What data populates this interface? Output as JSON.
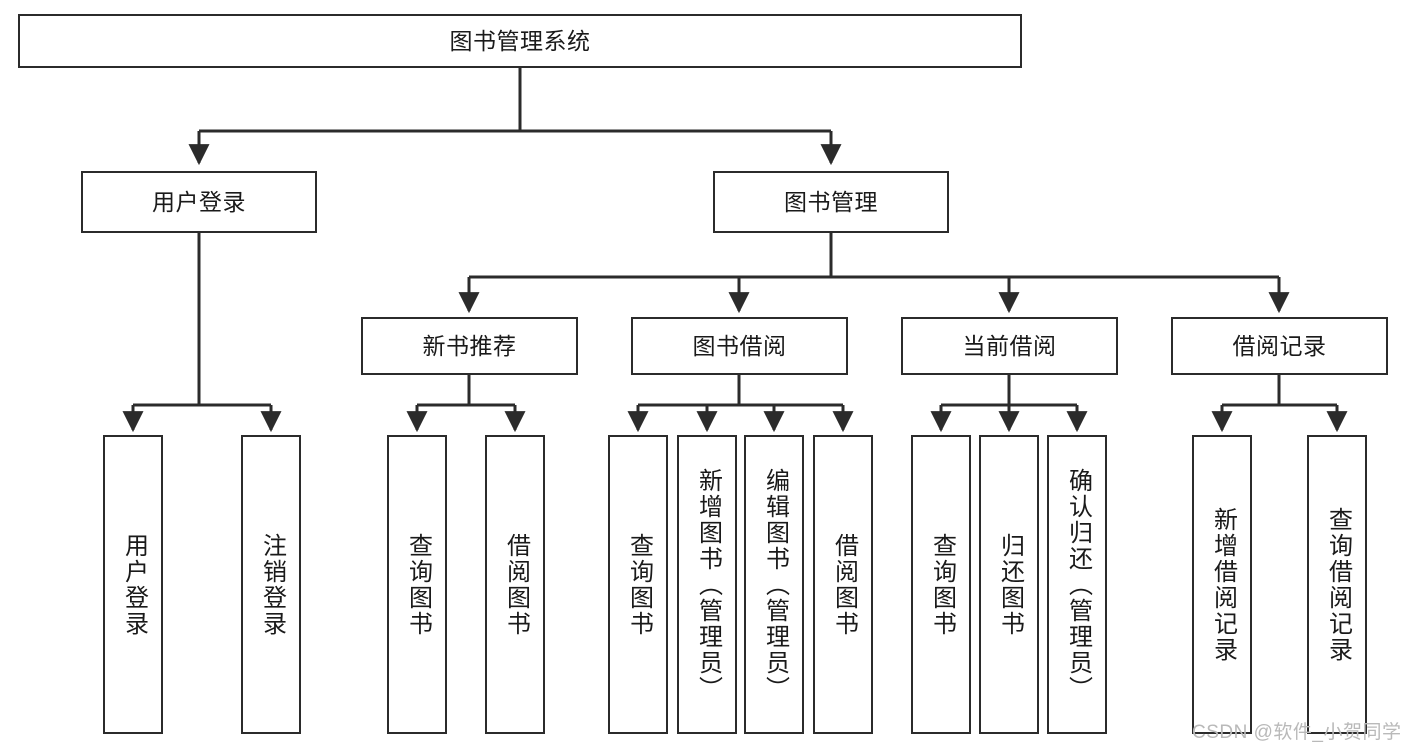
{
  "diagram": {
    "title": "图书管理系统",
    "type": "hierarchy-tree",
    "orientation": "top-down",
    "colors": {
      "box_border": "#2b2b2b",
      "box_fill": "#ffffff",
      "connector": "#2b2b2b",
      "text": "#1a1a1a",
      "watermark": "#b9b9b9",
      "background": "#ffffff"
    },
    "nodes": {
      "root": {
        "label": "图书管理系统"
      },
      "level2": [
        {
          "label": "用户登录"
        },
        {
          "label": "图书管理"
        }
      ],
      "level3": [
        {
          "label": "新书推荐"
        },
        {
          "label": "图书借阅"
        },
        {
          "label": "当前借阅"
        },
        {
          "label": "借阅记录"
        }
      ],
      "leaves_user_login": [
        {
          "label": "用户登录"
        },
        {
          "label": "注销登录"
        }
      ],
      "leaves_new_book": [
        {
          "label": "查询图书"
        },
        {
          "label": "借阅图书"
        }
      ],
      "leaves_borrow": [
        {
          "label": "查询图书"
        },
        {
          "label": "新增图书（管理员）"
        },
        {
          "label": "编辑图书（管理员）"
        },
        {
          "label": "借阅图书"
        }
      ],
      "leaves_current": [
        {
          "label": "查询图书"
        },
        {
          "label": "归还图书"
        },
        {
          "label": "确认归还（管理员）"
        }
      ],
      "leaves_records": [
        {
          "label": "新增借阅记录"
        },
        {
          "label": "查询借阅记录"
        }
      ]
    }
  },
  "watermark": {
    "text": "CSDN @软件_小贺同学"
  }
}
